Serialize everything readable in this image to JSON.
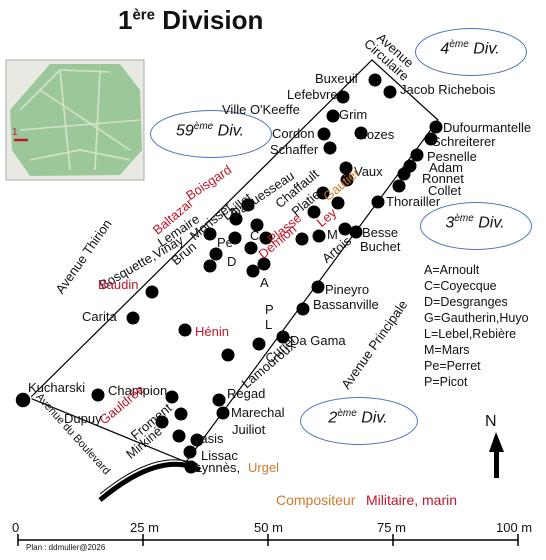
{
  "title": {
    "main": "1",
    "sup": "ère",
    "rest": " Division"
  },
  "streets": {
    "circulaire": "Avenue Circulaire",
    "thirion": "Avenue Thirion",
    "principale": "Avenue Principale",
    "boulevard": "Avenue du Boulevard"
  },
  "divisions": [
    {
      "num": "4",
      "sup": "ème",
      "word": " Div."
    },
    {
      "num": "59",
      "sup": "ème",
      "word": " Div."
    },
    {
      "num": "3",
      "sup": "ème",
      "word": " Div."
    },
    {
      "num": "2",
      "sup": "ème",
      "word": " Div."
    }
  ],
  "tombs": [
    "Buxeuil",
    "Lefebvre",
    "Jacob Richebois",
    "Grim",
    "Ville O'Keeffe",
    "Cordon",
    "Mozes",
    "Dufourmantelle",
    "Schaffer",
    "Schreiterer",
    "Pesnelle",
    "Vaux",
    "Adam",
    "Ronnet",
    "Gautier",
    "Chaffault",
    "Collet",
    "Boisgard",
    "Daguesseau",
    "Platier",
    "Thorailler",
    "Laillet",
    "Morisset",
    "Baltazar",
    "Pe",
    "C",
    "Ley",
    "M",
    "Besse",
    "Buchet",
    "Lemaire",
    "Plasse",
    "Demion",
    "D",
    "Artois",
    "Brun",
    "Bosquette,Vinay",
    "A",
    "Baudin",
    "Pineyro",
    "Bassanville",
    "P",
    "L",
    "Carita",
    "Da Gama",
    "Hénin",
    "Curiel",
    "Lamouroux",
    "Kucharski",
    "Champion",
    "Regad",
    "Marechal",
    "Juiliot",
    "Gauldrée",
    "Dupuy",
    "Froment",
    "Casis",
    "Mirkiné",
    "Lissac",
    "Lynnès,",
    "Urgel"
  ],
  "abbreviations": [
    "A=Arnoult",
    "C=Coyecque",
    "D=Desgranges",
    "G=Gautherin,Huyo",
    "L=Lebel,Rebière",
    "M=Mars",
    "Pe=Perret",
    "P=Picot"
  ],
  "north": "N",
  "legend": {
    "composer": "Compositeur",
    "military": "Militaire, marin"
  },
  "scale": {
    "ticks": [
      "0",
      "25 m",
      "50 m",
      "75 m",
      "100 m"
    ]
  },
  "credit": "Plan : ddmuller@2026",
  "colors": {
    "military": "#c0172b",
    "composer": "#d07a2a",
    "division_border": "#4a73b8",
    "inset_green": "#9cc79a",
    "marker": "#000000"
  }
}
